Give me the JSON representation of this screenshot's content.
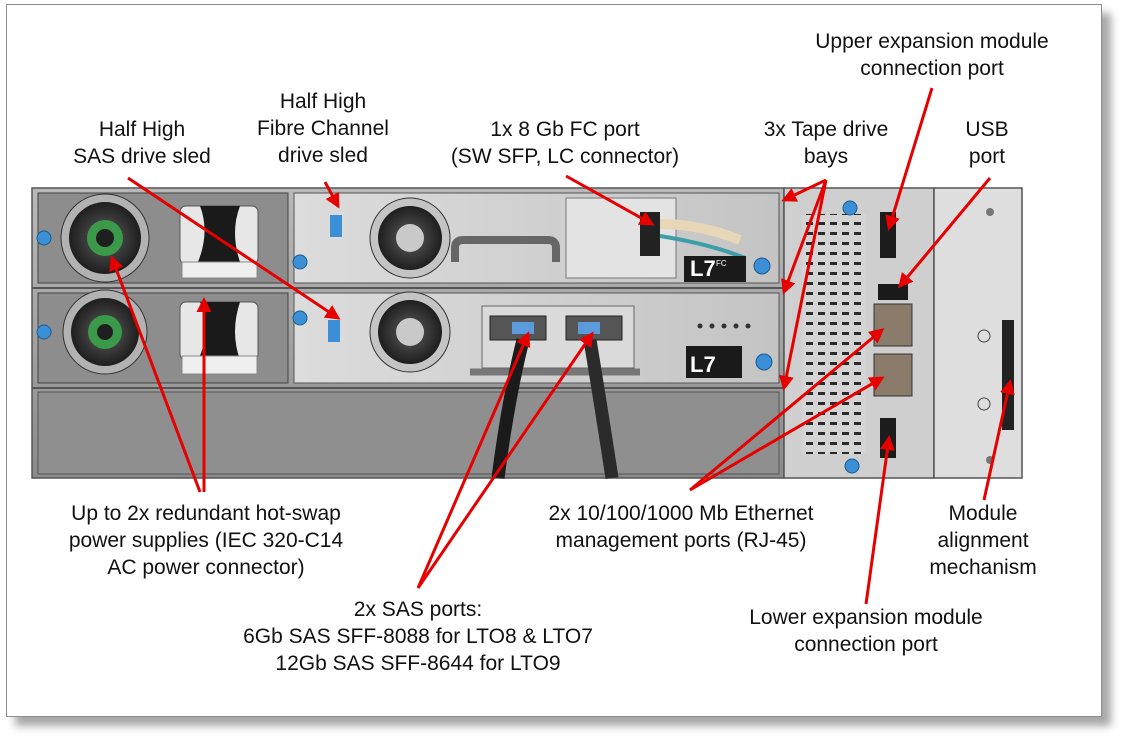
{
  "labels": {
    "upper_expansion": [
      "Upper expansion module",
      "connection port"
    ],
    "half_high_fc": [
      "Half High",
      "Fibre Channel",
      "drive sled"
    ],
    "fc_port": [
      "1x 8 Gb FC port",
      "(SW SFP, LC connector)"
    ],
    "tape_bays": [
      "3x Tape drive",
      "bays"
    ],
    "usb_port": [
      "USB",
      "port"
    ],
    "half_high_sas": [
      "Half High",
      "SAS drive sled"
    ],
    "power_supplies": [
      "Up to 2x redundant hot-swap",
      "power supplies (IEC 320-C14",
      "AC power connector)"
    ],
    "ethernet": [
      "2x 10/100/1000 Mb Ethernet",
      "management ports (RJ-45)"
    ],
    "module_alignment": [
      "Module",
      "alignment",
      "mechanism"
    ],
    "sas_ports": [
      "2x SAS ports:",
      "6Gb SAS SFF-8088 for LTO8 & LTO7",
      "12Gb SAS SFF-8644 for LTO9"
    ],
    "lower_expansion": [
      "Lower expansion module",
      "connection port"
    ]
  },
  "hardware": {
    "fc_badge": "L7",
    "fc_badge_sub": "FC",
    "sas_badge": "L7"
  },
  "colors": {
    "arrow": "#e60000",
    "chassis": "#9a9a9a",
    "chassis_dark": "#3d3d3d",
    "frame_border": "#8c8c8c",
    "screw_blue": "#3a8fd6",
    "text": "#111111"
  }
}
